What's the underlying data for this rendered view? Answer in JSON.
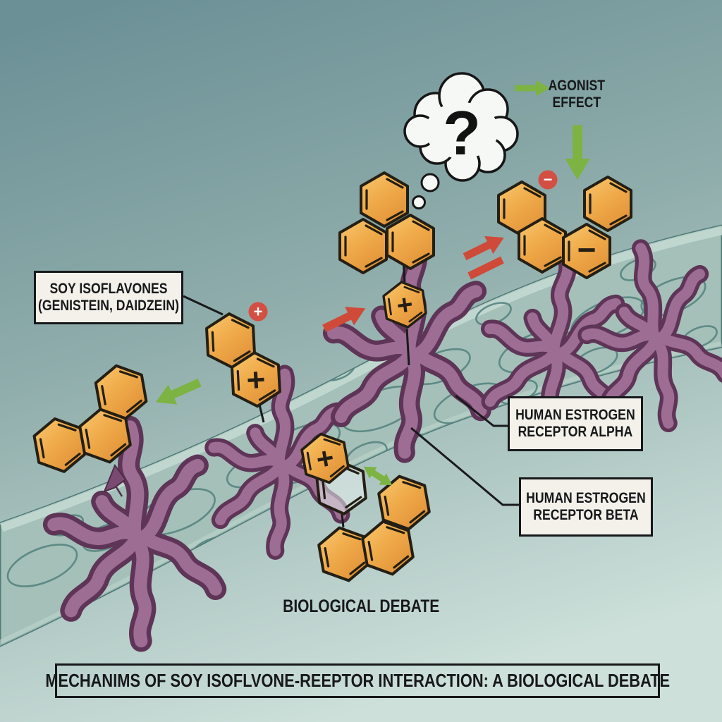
{
  "diagram": {
    "labels": {
      "soy_box": {
        "line1": "SOY ISOFLAVONES",
        "line2": "(GENISTEIN, DAIDZEIN)"
      },
      "agonist": {
        "line1": "AGONIST",
        "line2": "EFFECT"
      },
      "receptor_alpha": {
        "line1": "HUMAN ESTROGEN",
        "line2": "RECEPTOR ALPHA"
      },
      "receptor_beta": {
        "line1": "HUMAN ESTROGEN",
        "line2": "RECEPTOR BETA"
      },
      "biological_debate": "BIOLOGICAL DEBATE",
      "caption": "MECHANIMS OF SOY ISOFLVONE-REEPTOR INTERACTION: A BIOLOGICAL DEBATE"
    },
    "symbols": {
      "plus": "+",
      "minus": "−",
      "question": "?"
    },
    "icons": {
      "thought-bubble-icon": "cloud with question mark",
      "plus-badge-icon": "red circle with white plus",
      "minus-badge-icon": "red circle with white minus",
      "agonist-arrow-right-icon": "green arrow pointing right",
      "agonist-arrow-down-icon": "green arrow pointing down",
      "antagonist-arrow-icon": "green arrow pointing down-left",
      "exchange-arrow-icon": "green double-headed arrow",
      "activation-arrow-icon": "red arrow pointing up-right",
      "activation-double-arrow-icon": "red arrow with parallel stripe pointing up-right"
    },
    "colors": {
      "background_top": "#6b9096",
      "background_bottom": "#cde0da",
      "membrane": "#a4c0b8",
      "membrane_outline": "#4f7a76",
      "molecule_orange": "#f0ab4a",
      "receptor_purple": "#9d6d94",
      "receptor_outline": "#5e3457",
      "arrow_green": "#7cb342",
      "arrow_red": "#cf4a39",
      "badge_red": "#d24f41",
      "label_background": "#f3f1ea",
      "ink": "#17181a"
    }
  }
}
